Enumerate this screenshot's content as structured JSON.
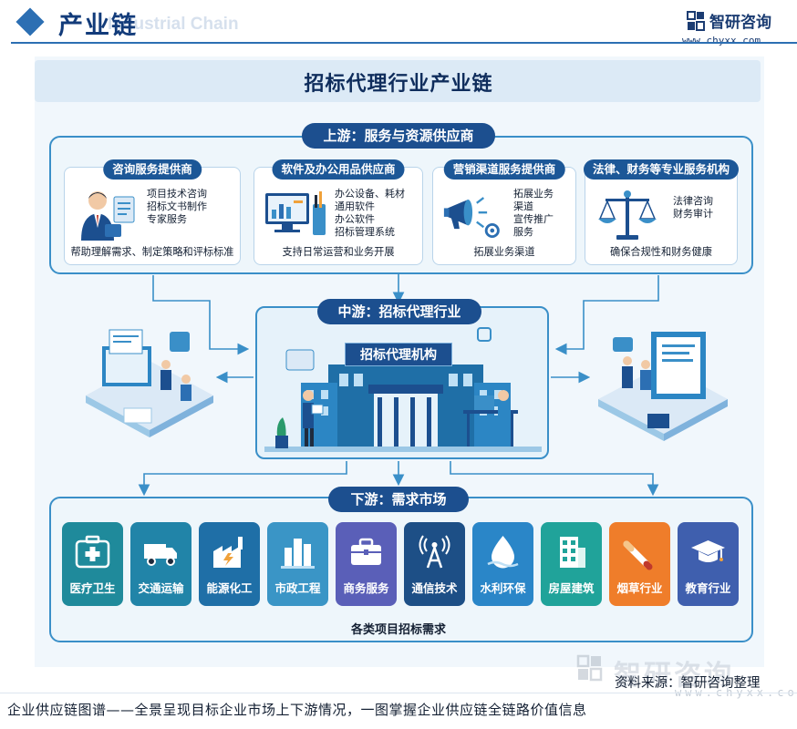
{
  "header": {
    "title": "产业链",
    "subtitle_en": "Industrial Chain",
    "brand_name": "智研咨询",
    "brand_url": "www.chyxx.com"
  },
  "main_title": "招标代理行业产业链",
  "upstream": {
    "label": "上游：服务与资源供应商",
    "cards": [
      {
        "title": "咨询服务提供商",
        "bullets": [
          "项目技术咨询",
          "招标文书制作",
          "专家服务"
        ],
        "caption": "帮助理解需求、制定策略和评标标准",
        "icon": "consultant-icon"
      },
      {
        "title": "软件及办公用品供应商",
        "bullets": [
          "办公设备、耗材",
          "通用软件",
          "办公软件",
          "招标管理系统"
        ],
        "caption": "支持日常运营和业务开展",
        "icon": "computer-icon"
      },
      {
        "title": "营销渠道服务提供商",
        "bullets": [
          "拓展业务",
          "渠道",
          "宣传推广",
          "服务"
        ],
        "caption": "拓展业务渠道",
        "icon": "megaphone-icon"
      },
      {
        "title": "法律、财务等专业服务机构",
        "bullets": [
          "法律咨询",
          "财务审计"
        ],
        "caption": "确保合规性和财务健康",
        "icon": "scales-icon"
      }
    ]
  },
  "midstream": {
    "label": "中游：招标代理行业",
    "agency": "招标代理机构"
  },
  "downstream": {
    "label": "下游：需求市场",
    "items": [
      {
        "label": "医疗卫生",
        "icon": "medical-kit-icon",
        "color": "#1f8a9b"
      },
      {
        "label": "交通运输",
        "icon": "truck-icon",
        "color": "#2184a8"
      },
      {
        "label": "能源化工",
        "icon": "factory-icon",
        "color": "#1f6fa7"
      },
      {
        "label": "市政工程",
        "icon": "city-icon",
        "color": "#3a95c6"
      },
      {
        "label": "商务服务",
        "icon": "briefcase-icon",
        "color": "#5a5fb8"
      },
      {
        "label": "通信技术",
        "icon": "antenna-icon",
        "color": "#1d4f86"
      },
      {
        "label": "水利环保",
        "icon": "water-drop-icon",
        "color": "#2a86c8"
      },
      {
        "label": "房屋建筑",
        "icon": "building-icon",
        "color": "#20a39a"
      },
      {
        "label": "烟草行业",
        "icon": "cigarette-icon",
        "color": "#ef7d2a"
      },
      {
        "label": "教育行业",
        "icon": "graduation-cap-icon",
        "color": "#3f5fae"
      }
    ],
    "demand": "各类项目招标需求"
  },
  "source": "资料来源：智研咨询整理",
  "footer": "企业供应链图谱——全景呈现目标企业市场上下游情况，一图掌握企业供应链全链路价值信息",
  "watermark": {
    "text": "智研咨询",
    "url": "www.chyxx.com"
  }
}
